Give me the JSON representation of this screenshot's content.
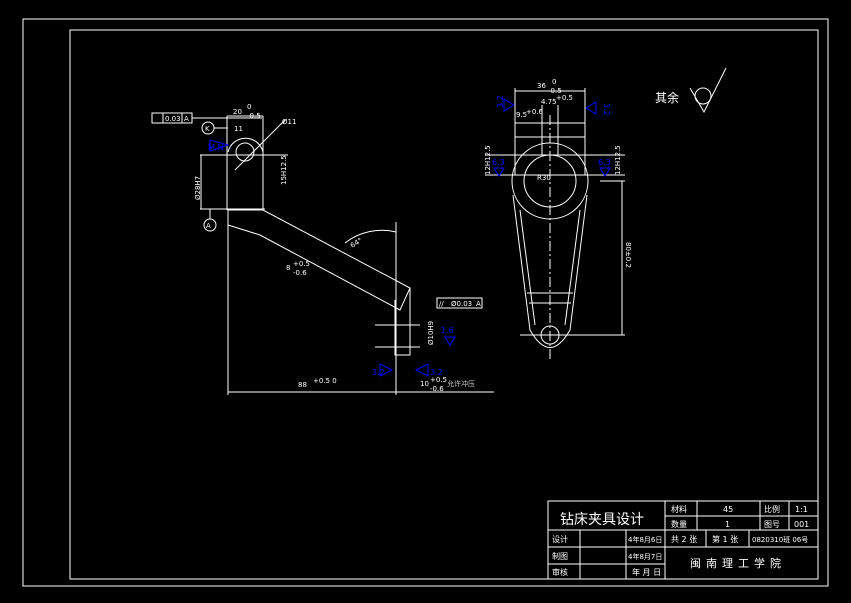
{
  "roughness_note": {
    "label": "其余"
  },
  "left_view": {
    "tolerance_frame": {
      "value": "0.03",
      "datum": "A"
    },
    "datum_k": "K",
    "datum_a": "A",
    "dim_width": "20",
    "dim_width_up": "0",
    "dim_width_low": "-0.5",
    "dim_11": "11",
    "dim_hole": "Ø11",
    "dim_bore": "Ø28H7",
    "dim_height": "15H12.5",
    "dim_thick": "8",
    "dim_thick_up": "+0.5",
    "dim_thick_low": "-0.6",
    "angle": "64°",
    "parallel_frame": {
      "symbol": "//",
      "value": "Ø0.03",
      "datum": "A"
    },
    "dim_small_hole": "Ø10H9",
    "rough_16": "1.6",
    "rough_32a": "3.2",
    "rough_32b": "3.2",
    "rough_mn": "M N",
    "dim_length": "88",
    "dim_length_tol": "+0.5 0",
    "dim_end": "10",
    "dim_end_up": "+0.5",
    "dim_end_low": "-0.6",
    "note": "允许冲压"
  },
  "right_view": {
    "dim_width": "36",
    "dim_width_up": "0",
    "dim_width_low": "-0.5",
    "dim_slot": "4.75",
    "dim_slot_tol": "+0.5",
    "dim_slot2": "9.5",
    "dim_slot2_tol": "+0.6",
    "rough_32a": "3.2",
    "rough_32b": "3.2",
    "rough_63a": "6.3",
    "rough_63b": "6.3",
    "dim_h_left": "12H12.5",
    "dim_h_right": "12H12.5",
    "dim_radius": "R30",
    "dim_center": "80±0.2"
  },
  "title_block": {
    "title": "钻床夹具设计",
    "material_label": "材料",
    "material": "45",
    "scale_label": "比例",
    "scale": "1:1",
    "qty_label": "数量",
    "qty": "1",
    "drawing_no_label": "图号",
    "drawing_no": "001",
    "design_label": "设计",
    "design_date": "4年8月6日",
    "draw_label": "制图",
    "draw_date": "4年8月7日",
    "review_label": "审核",
    "review_date": "年 月 日",
    "sheets_total": "共 2 张",
    "sheet_no": "第 1 张",
    "class_no": "0820310班 06号",
    "school": "闽南理工学院"
  }
}
